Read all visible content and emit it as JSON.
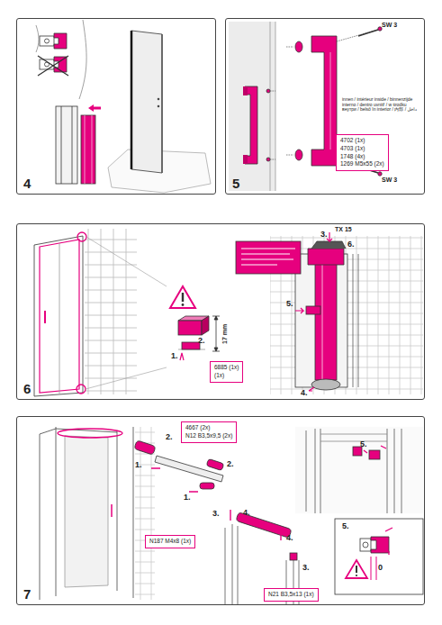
{
  "diagram": {
    "nodes": [
      {
        "text": [
          "4"
        ]
      },
      {
        "text": [
          "5"
        ]
      },
      {
        "text": [
          "6"
        ]
      },
      {
        "text": [
          "7"
        ]
      },
      {
        "text": [
          "4702 (1x)",
          "4703 (1x)",
          "1748 (4x)",
          "1269 M5x55 (2x)"
        ],
        "in": 1
      },
      {
        "text": [
          "6885 (1x)",
          "(1x)"
        ],
        "in": 2
      },
      {
        "text": [
          "4667 (2x)",
          "N12 B3,5x9,5 (2x)"
        ],
        "in": 3
      },
      {
        "text": [
          "N187 M4x8 (1x)"
        ],
        "in": 3
      },
      {
        "text": [
          "N21 B3,5x13 (1x)"
        ],
        "in": 3
      }
    ],
    "labels": [
      "SW 3",
      "SW 3",
      "innen / intérieur inside / binnenzijde interno / dentro uvnitř / w środku внутри / belső în interior / 内部 / داخل",
      "17 mm",
      "1.",
      "2.",
      "3.",
      "6.",
      "TX 15",
      "5.",
      "4.",
      "2.",
      "1.",
      "2.",
      "1.",
      "3.",
      "4.",
      "4.",
      "3.",
      "5.",
      "5.",
      "0"
    ]
  }
}
